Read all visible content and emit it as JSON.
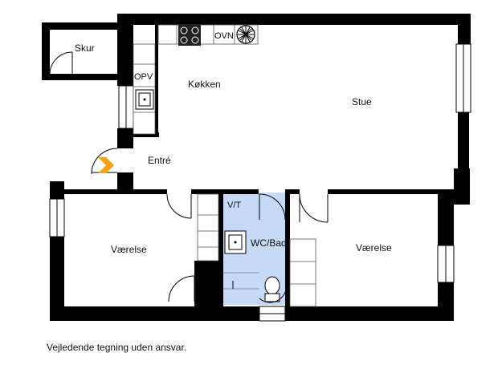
{
  "floorplan": {
    "rooms": {
      "shed": "Skur",
      "kitchen": "Køkken",
      "living": "Stue",
      "entrance": "Entré",
      "bedroom_left": "Værelse",
      "bathroom": "WC/Bad",
      "bedroom_right": "Værelse"
    },
    "fixtures": {
      "dishwasher": "OPV",
      "oven": "OVN",
      "washer_dryer": "V/T"
    }
  },
  "colors": {
    "wall": "#000000",
    "bathroom_fill": "#c6daf7",
    "entrance_marker": "#f2a311"
  },
  "footer": {
    "disclaimer": "Vejledende tegning uden ansvar."
  }
}
